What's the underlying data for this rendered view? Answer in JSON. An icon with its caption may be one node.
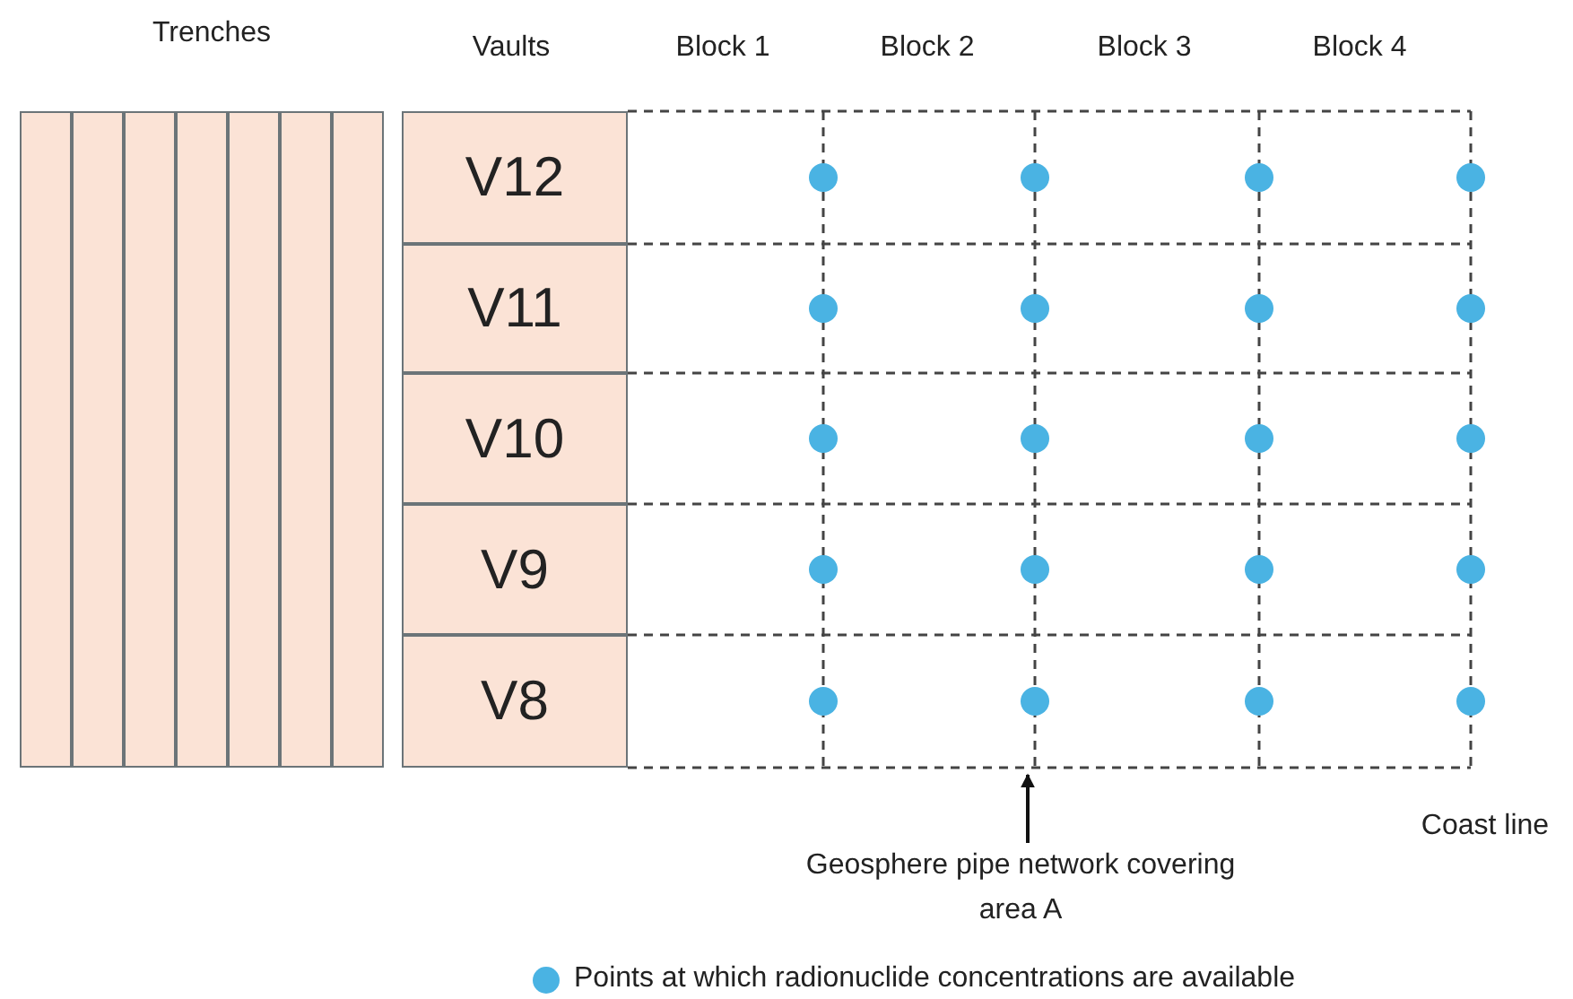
{
  "diagram": {
    "nodes": [
      {
        "text": [],
        "shape": "bar"
      },
      {
        "text": [],
        "shape": "bar"
      },
      {
        "text": [],
        "shape": "bar"
      },
      {
        "text": [],
        "shape": "bar"
      },
      {
        "text": [],
        "shape": "bar"
      },
      {
        "text": [],
        "shape": "bar"
      },
      {
        "text": [],
        "shape": "bar"
      },
      {
        "text": [
          "V12"
        ]
      },
      {
        "text": [
          "V11"
        ]
      },
      {
        "text": [
          "V10"
        ]
      },
      {
        "text": [
          "V9"
        ]
      },
      {
        "text": [
          "V8"
        ]
      },
      {
        "text": [],
        "shape": "grid"
      },
      {
        "text": [
          "Geosphere pipe network covering area A"
        ]
      }
    ],
    "edges": [
      {
        "from": 13,
        "to": 12,
        "arrow": "to"
      }
    ],
    "labels": [
      "Trenches",
      "Vaults",
      "Block 1",
      "Block 2",
      "Block 3",
      "Block 4",
      "Coast line"
    ],
    "legend": [
      {
        "text": "Points at which radionuclide concentrations are available",
        "color": "#4ab3e3"
      }
    ]
  }
}
